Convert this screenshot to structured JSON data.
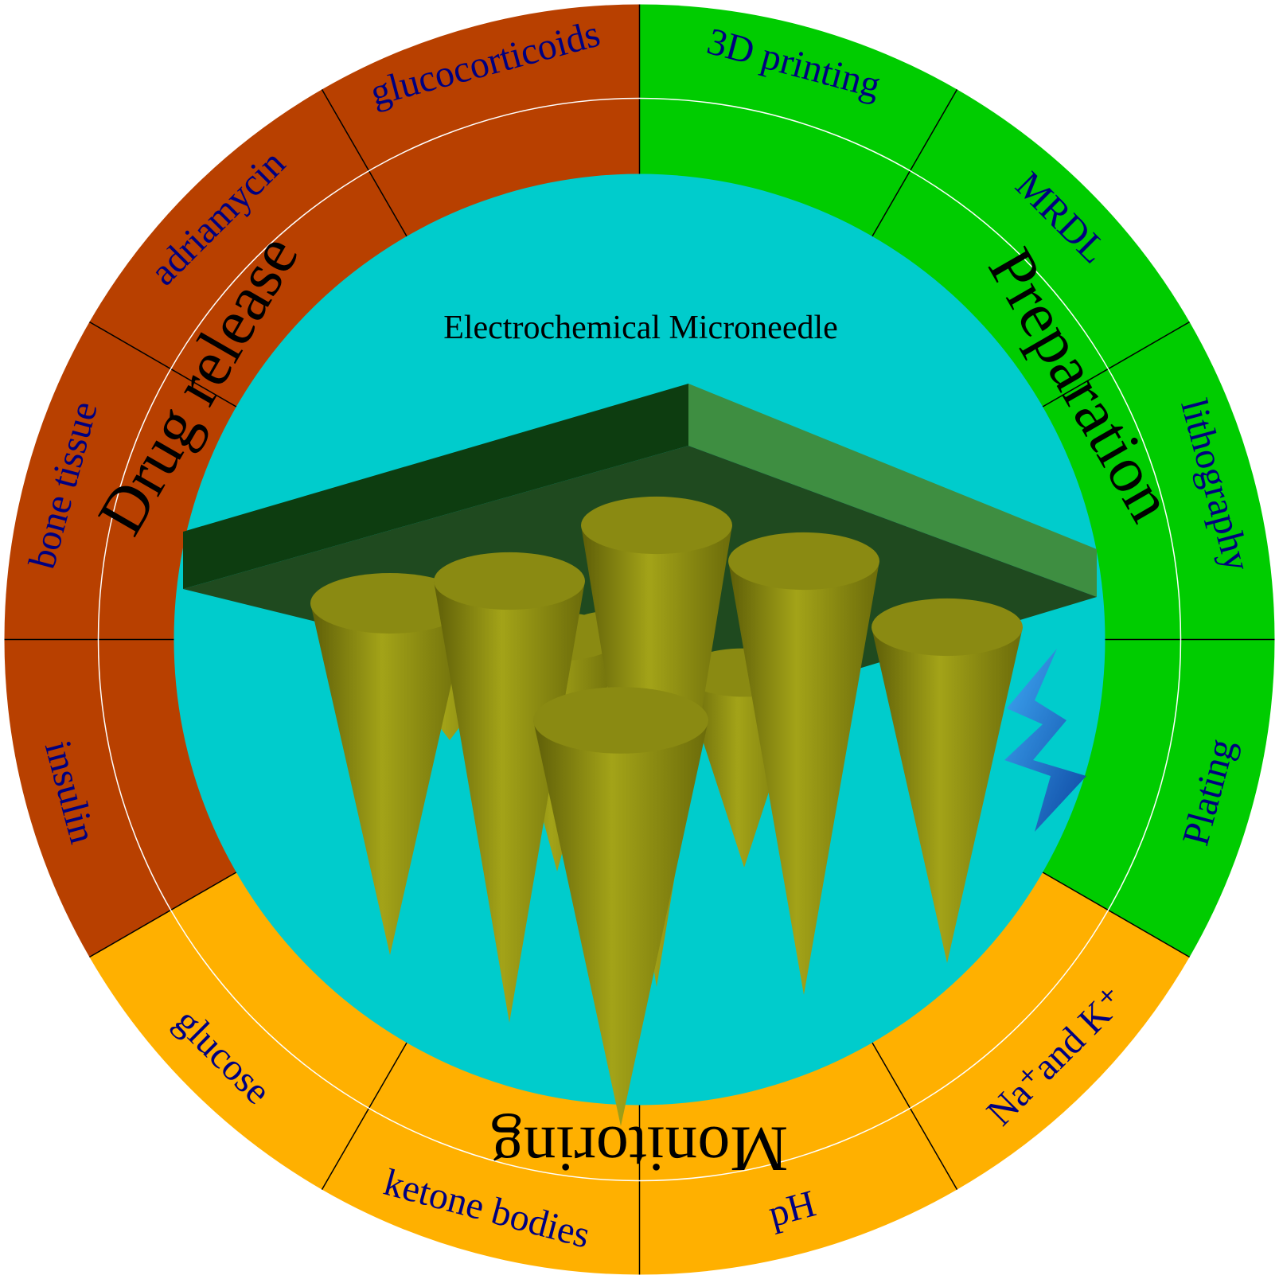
{
  "center": {
    "title": "Electrochemical Microneedle",
    "fill": "#00CCCC"
  },
  "categories": [
    {
      "key": "preparation",
      "label": "Preparation",
      "fill": "#00CC00"
    },
    {
      "key": "monitoring",
      "label": "Monitoring",
      "fill": "#FFB000"
    },
    {
      "key": "drug_release",
      "label": "Drug release",
      "fill": "#B84000"
    }
  ],
  "items": [
    {
      "label": "MRDL",
      "category": "preparation"
    },
    {
      "label": "lithography",
      "category": "preparation"
    },
    {
      "label": "Plating",
      "category": "preparation"
    },
    {
      "label": "Na⁺and K⁺",
      "category": "monitoring"
    },
    {
      "label": "pH",
      "category": "monitoring"
    },
    {
      "label": "ketone bodies",
      "category": "monitoring"
    },
    {
      "label": "glucose",
      "category": "monitoring"
    },
    {
      "label": "insulin",
      "category": "drug_release"
    },
    {
      "label": "bone tissue",
      "category": "drug_release"
    },
    {
      "label": "adriamycin",
      "category": "drug_release"
    },
    {
      "label": "glucocorticoids",
      "category": "drug_release"
    },
    {
      "label": "3D printing",
      "category": "preparation"
    }
  ],
  "colors": {
    "text_item": "#000080",
    "text_category": "#000000",
    "divider": "#000000",
    "inner_ring": "#ffffff",
    "patch_top": "#2E7D32",
    "patch_front": "#0D3D10",
    "patch_side": "#1B5E20",
    "needle": "#9A9A10",
    "lightning": "#1E88E5"
  },
  "icons": {
    "microneedle": "microneedle-patch-icon",
    "electric": "lightning-bolt-icon"
  }
}
